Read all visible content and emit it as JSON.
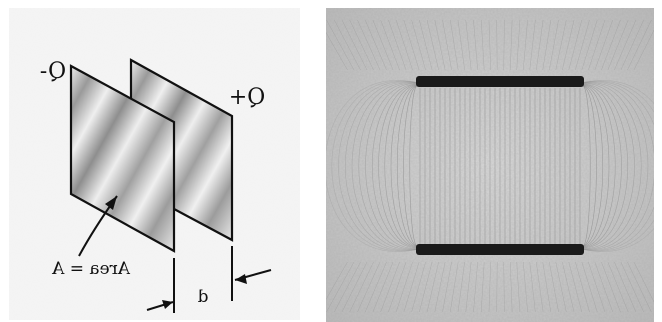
{
  "left_panel": {
    "charge_negative": "Q-",
    "charge_positive": "Q+",
    "area_label": "Area = A",
    "separation_label": "d",
    "mirrored": true
  },
  "right_panel": {
    "caption": "",
    "plate_color": "#1a1a1a"
  }
}
